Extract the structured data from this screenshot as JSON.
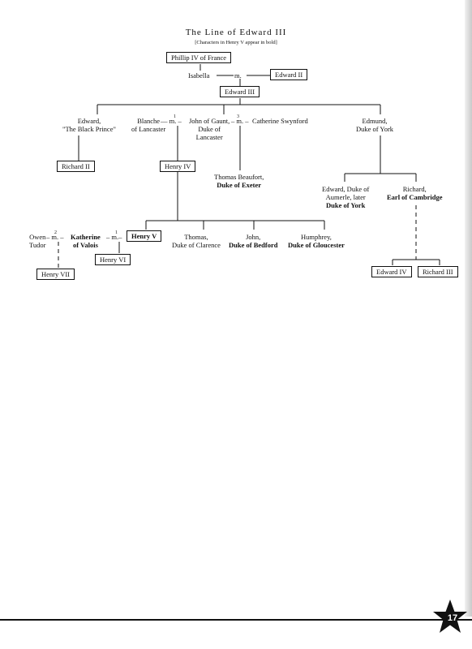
{
  "title": "The Line of Edward III",
  "subtitle": "[Characters in Henry V appear in bold]",
  "people": {
    "phillip": "Phillip IV of France",
    "isabella": "Isabella",
    "edward_ii": "Edward II",
    "edward_iii": "Edward III",
    "black_prince": [
      "Edward,",
      "\"The Black Prince\""
    ],
    "blanche": [
      "Blanche",
      "of Lancaster"
    ],
    "gaunt": [
      "John of Gaunt,",
      "Duke of",
      "Lancaster"
    ],
    "swynford": "Catherine Swynford",
    "edmund": [
      "Edmund,",
      "Duke of York"
    ],
    "richard_ii": "Richard II",
    "henry_iv": "Henry IV",
    "beaufort": [
      "Thomas Beaufort,",
      "Duke of Exeter"
    ],
    "edward_aumerle": [
      "Edward, Duke of",
      "Aumerle, later",
      "Duke of York"
    ],
    "richard_cambridge": [
      "Richard,",
      "Earl of Cambridge"
    ],
    "owen": [
      "Owen",
      "Tudor"
    ],
    "katherine": [
      "Katherine",
      "of Valois"
    ],
    "henry_v": "Henry V",
    "thomas": [
      "Thomas,",
      "Duke of Clarence"
    ],
    "john": [
      "John,",
      "Duke of Bedford"
    ],
    "humphrey": [
      "Humphrey,",
      "Duke of Gloucester"
    ],
    "henry_vi": "Henry VI",
    "henry_vii": "Henry VII",
    "edward_iv": "Edward IV",
    "richard_iii": "Richard III"
  },
  "marriage_marks": {
    "m": "m.",
    "one": "1",
    "two": "2",
    "three": "3"
  },
  "page_number": "17"
}
